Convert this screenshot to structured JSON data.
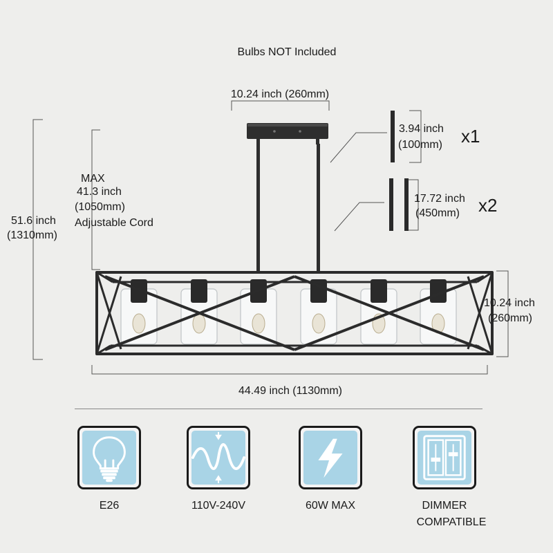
{
  "header": {
    "note": "Bulbs NOT Included"
  },
  "dimensions": {
    "canopy_width": "10.24 inch (260mm)",
    "rod_short_len": "3.94 inch",
    "rod_short_mm": "(100mm)",
    "rod_short_qty": "x1",
    "rod_long_len": "17.72 inch",
    "rod_long_mm": "(450mm)",
    "rod_long_qty": "x2",
    "cord_max": "MAX",
    "cord_inch": "41.3 inch",
    "cord_mm": "(1050mm)",
    "cord_label": "Adjustable Cord",
    "total_height_inch": "51.6 inch",
    "total_height_mm": "(1310mm)",
    "cage_height_inch": "10.24 inch",
    "cage_height_mm": "(260mm)",
    "cage_length": "44.49 inch (1130mm)"
  },
  "features": [
    {
      "icon": "bulb-icon",
      "label": "E26"
    },
    {
      "icon": "voltage-wave-icon",
      "label": "110V-240V"
    },
    {
      "icon": "lightning-bolt-icon",
      "label": "60W MAX"
    },
    {
      "icon": "dimmer-switch-icon",
      "label_line1": "DIMMER",
      "label_line2": "COMPATIBLE"
    }
  ],
  "colors": {
    "background": "#eeeeec",
    "fixture": "#2a2a2a",
    "icon_fill": "#a9d4e6"
  }
}
